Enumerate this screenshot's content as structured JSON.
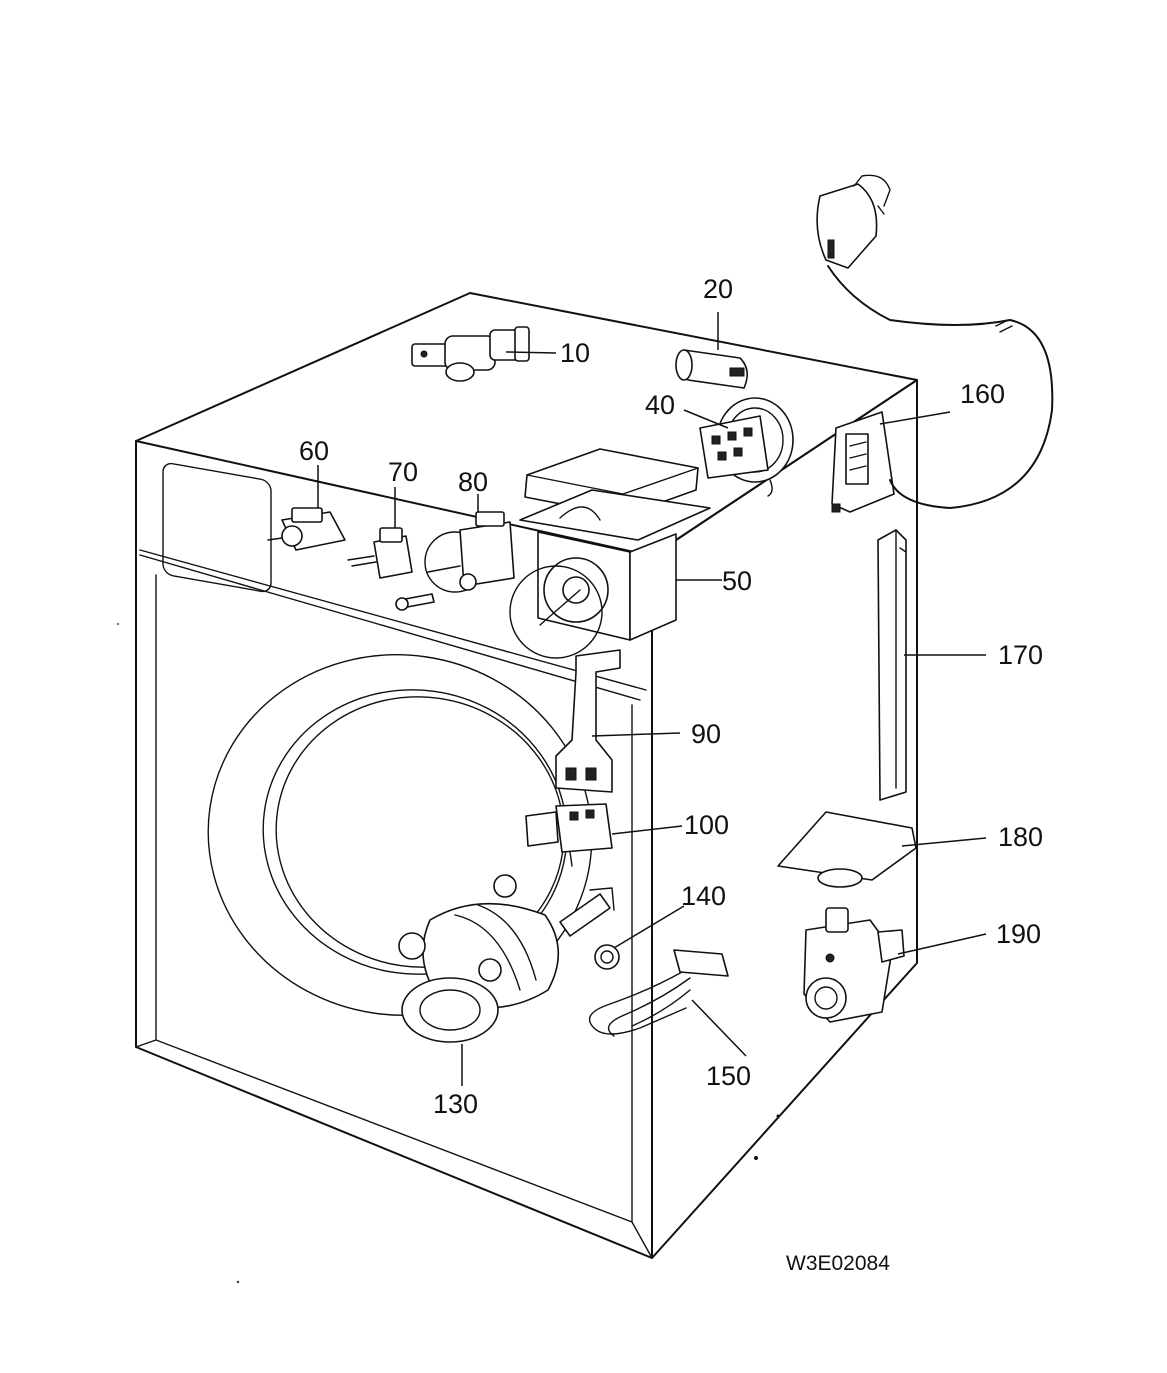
{
  "drawing_code": "W3E02084",
  "callouts": [
    {
      "id": "c10",
      "text": "10"
    },
    {
      "id": "c20",
      "text": "20"
    },
    {
      "id": "c40",
      "text": "40"
    },
    {
      "id": "c50",
      "text": "50"
    },
    {
      "id": "c60",
      "text": "60"
    },
    {
      "id": "c70",
      "text": "70"
    },
    {
      "id": "c80",
      "text": "80"
    },
    {
      "id": "c90",
      "text": "90"
    },
    {
      "id": "c100",
      "text": "100"
    },
    {
      "id": "c130",
      "text": "130"
    },
    {
      "id": "c140",
      "text": "140"
    },
    {
      "id": "c150",
      "text": "150"
    },
    {
      "id": "c160",
      "text": "160"
    },
    {
      "id": "c170",
      "text": "170"
    },
    {
      "id": "c180",
      "text": "180"
    },
    {
      "id": "c190",
      "text": "190"
    }
  ]
}
